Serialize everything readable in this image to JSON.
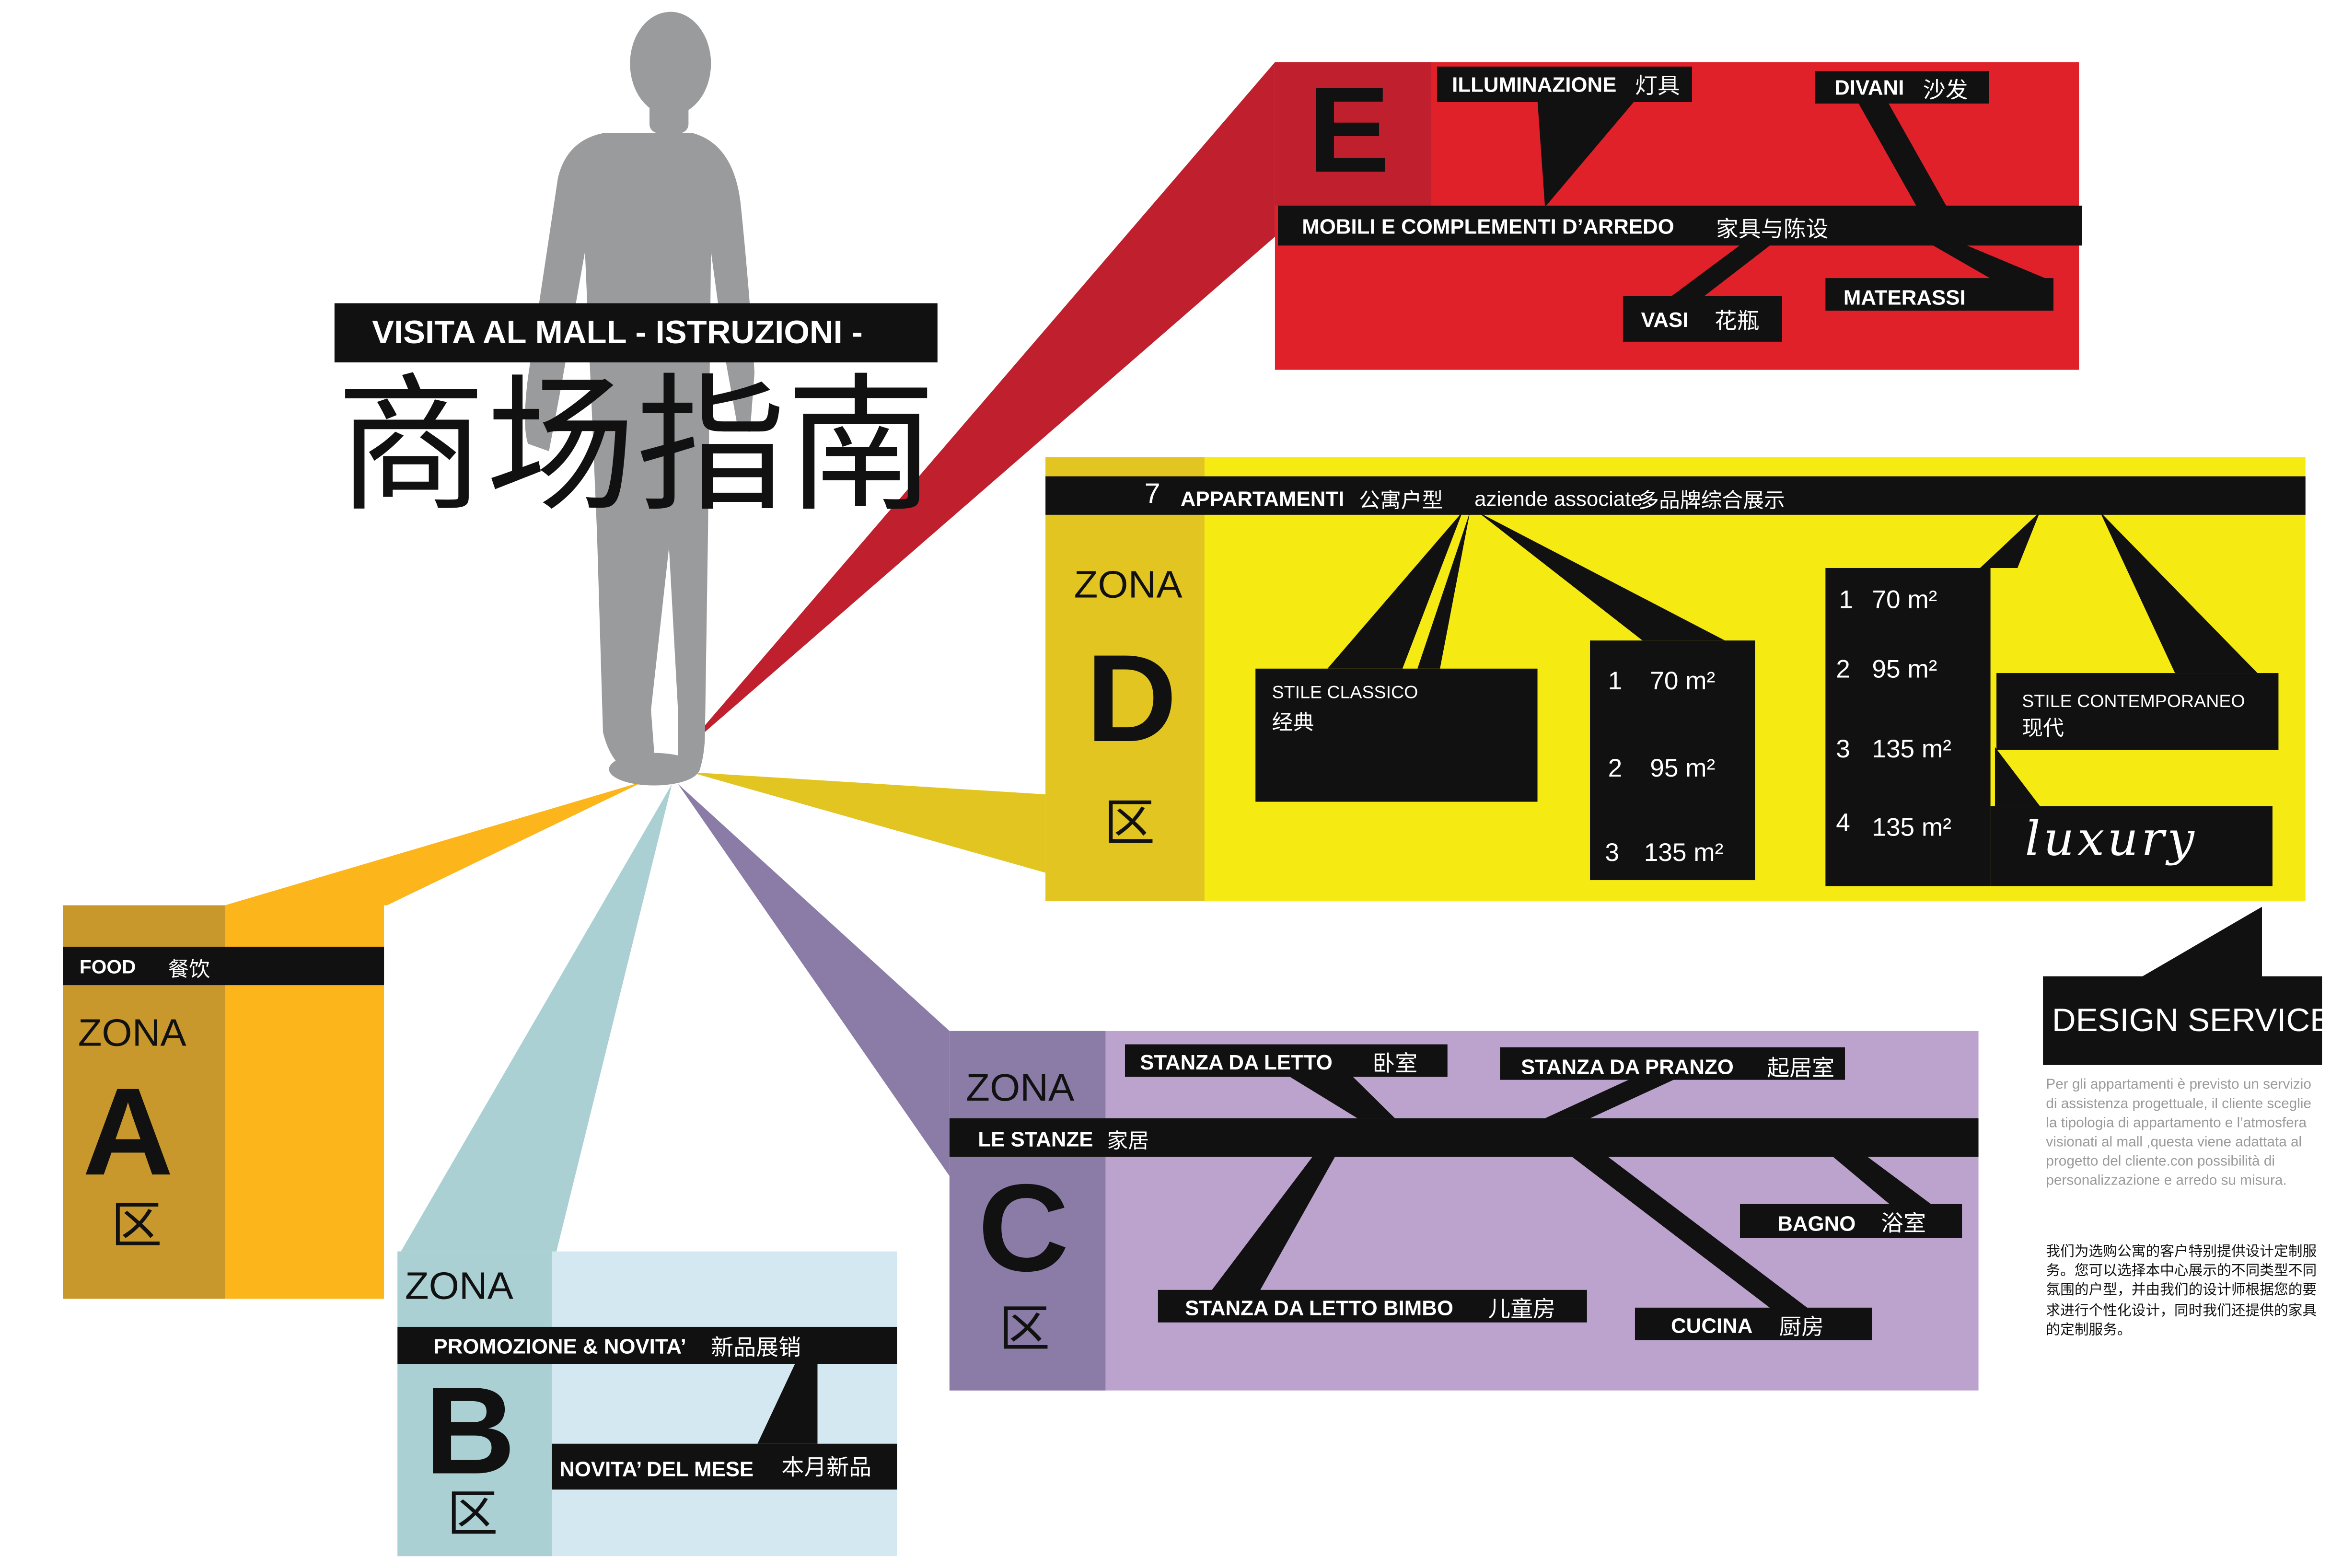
{
  "header": {
    "title_it": "VISITA AL MALL - ISTRUZIONI -",
    "title_cn": "商场指南"
  },
  "zones": {
    "zona_label": "ZONA",
    "qu_label": "区",
    "A": {
      "letter": "A",
      "food_it": "FOOD",
      "food_cn": "餐饮"
    },
    "B": {
      "letter": "B",
      "promo_it": "PROMOZIONE & NOVITA’",
      "promo_cn": "新品展销",
      "month_it": "NOVITA’ DEL MESE",
      "month_cn": "本月新品"
    },
    "C": {
      "letter": "C",
      "rooms_it": "LE STANZE",
      "rooms_cn": "家居",
      "bedroom_it": "STANZA DA LETTO",
      "bedroom_cn": "卧室",
      "dining_it": "STANZA DA PRANZO",
      "dining_cn": "起居室",
      "bath_it": "BAGNO",
      "bath_cn": "浴室",
      "kids_it": "STANZA DA LETTO BIMBO",
      "kids_cn": "儿童房",
      "kitchen_it": "CUCINA",
      "kitchen_cn": "厨房"
    },
    "D": {
      "letter": "D",
      "header_num": "7",
      "header_it": "APPARTAMENTI",
      "header_cn": "公寓户型",
      "header_assoc_it": "aziende associate",
      "header_assoc_cn": "多品牌综合展示",
      "classic_it": "STILE CLASSICO",
      "classic_cn": "经典",
      "classic_sizes": [
        {
          "n": "1",
          "size": "70 m²"
        },
        {
          "n": "2",
          "size": "95 m²"
        },
        {
          "n": "3",
          "size": "135 m²"
        }
      ],
      "modern_it": "STILE CONTEMPORANEO",
      "modern_cn": "现代",
      "modern_sizes": [
        {
          "n": "1",
          "size": "70 m²"
        },
        {
          "n": "2",
          "size": "95 m²"
        },
        {
          "n": "3",
          "size": "135 m²"
        },
        {
          "n": "4",
          "size": "135 m²"
        }
      ],
      "luxury": "luxury"
    },
    "E": {
      "letter": "E",
      "lighting_it": "ILLUMINAZIONE",
      "lighting_cn": "灯具",
      "sofa_it": "DIVANI",
      "sofa_cn": "沙发",
      "furniture_it": "MOBILI E COMPLEMENTI D’ARREDO",
      "furniture_cn": "家具与陈设",
      "vases_it": "VASI",
      "vases_cn": "花瓶",
      "mattress_it": "MATERASSI"
    }
  },
  "design_service": {
    "title": "DESIGN SERVICE",
    "text_it": "Per gli appartamenti  è previsto un servizio di assistenza progettuale, il cliente sceglie la tipologia di appartamento  e l’atmosfera  visionati al mall ,questa viene adattata al progetto del cliente.con possibilità di personalizzazione  e arredo su misura.",
    "text_cn": "我们为选购公寓的客户特别提供设计定制服务。您可以选择本中心展示的不同类型不同氛围的户型，并由我们的设计师根据您的要求进行个性化设计，同时我们还提供的家具的定制服务。"
  },
  "colors": {
    "zone_a": "#fcb51b",
    "zone_a_dark": "#c8982c",
    "zone_b": "#d3e8f0",
    "zone_b_dark": "#abd0d3",
    "zone_c": "#bca3ce",
    "zone_c_dark": "#8a7ba7",
    "zone_d": "#f6ea13",
    "zone_d_dark": "#e2c521",
    "zone_e": "#e12129",
    "zone_e_dark": "#c01f2d",
    "label_bar": "#111111",
    "figure": "#9a9b9d"
  }
}
